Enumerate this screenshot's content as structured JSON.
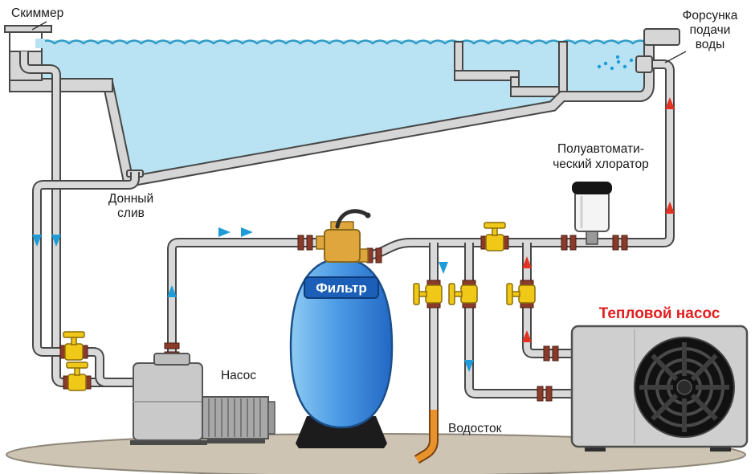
{
  "diagram": {
    "labels": {
      "skimmer": "Скиммер",
      "nozzle": [
        "Форсунка",
        "подачи",
        "воды"
      ],
      "bottom_drain": [
        "Донный",
        "слив"
      ],
      "chlorinator": [
        "Полуавтомати-",
        "ческий хлоратор"
      ],
      "filter": "Фильтр",
      "pump": "Насос",
      "heat_pump": "Тепловой насос",
      "drain": "Водосток"
    },
    "flow": {
      "cold_water_color": "#1e9cd8",
      "heated_water_color": "#e23222"
    },
    "colors": {
      "water": "#b9e3f2",
      "wave_line": "#2e9bc6",
      "pipe_fill": "#d9d9d9",
      "pipe_outline": "#474747",
      "pool_wall": "#d6d6d6",
      "valve_yellow": "#f0c818",
      "union_brown": "#8a3a2a",
      "filter_tank": "#3f9be0",
      "filter_band": "#1b5fb8",
      "heat_pump_label": "#e02020",
      "ground": "#cdc4b4",
      "drain_pipe_orange": "#e8922c",
      "chlorinator_body": "#f4f4f4",
      "equipment_gray": "#c9c9c9"
    }
  }
}
